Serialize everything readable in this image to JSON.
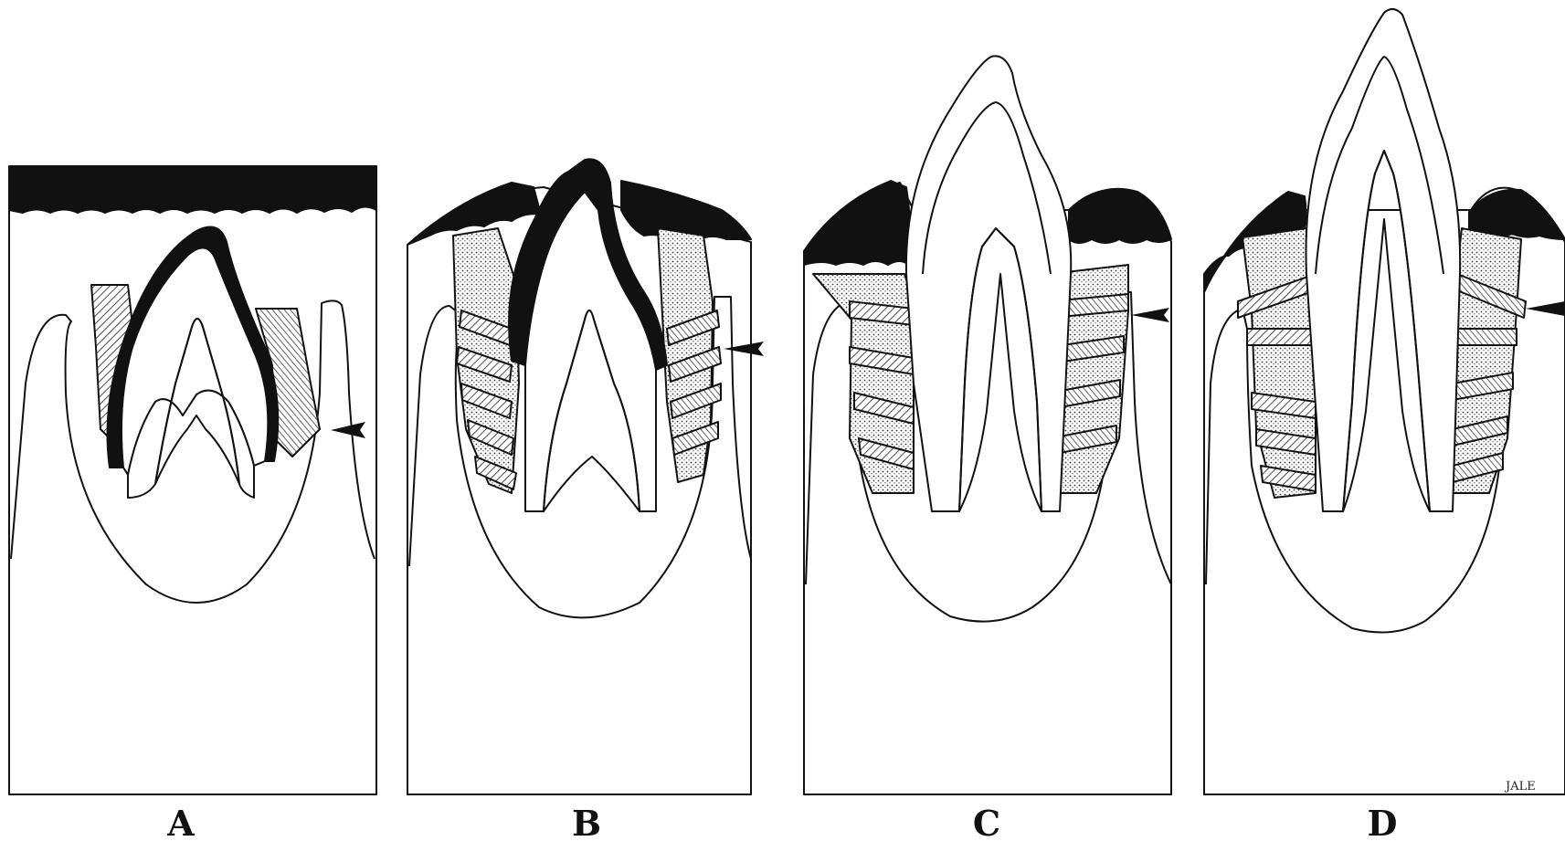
{
  "figure": {
    "panels": [
      {
        "label": "A"
      },
      {
        "label": "B"
      },
      {
        "label": "C"
      },
      {
        "label": "D"
      }
    ],
    "signature": "JALE",
    "colors": {
      "ink": "#111111",
      "paper": "#ffffff"
    }
  }
}
